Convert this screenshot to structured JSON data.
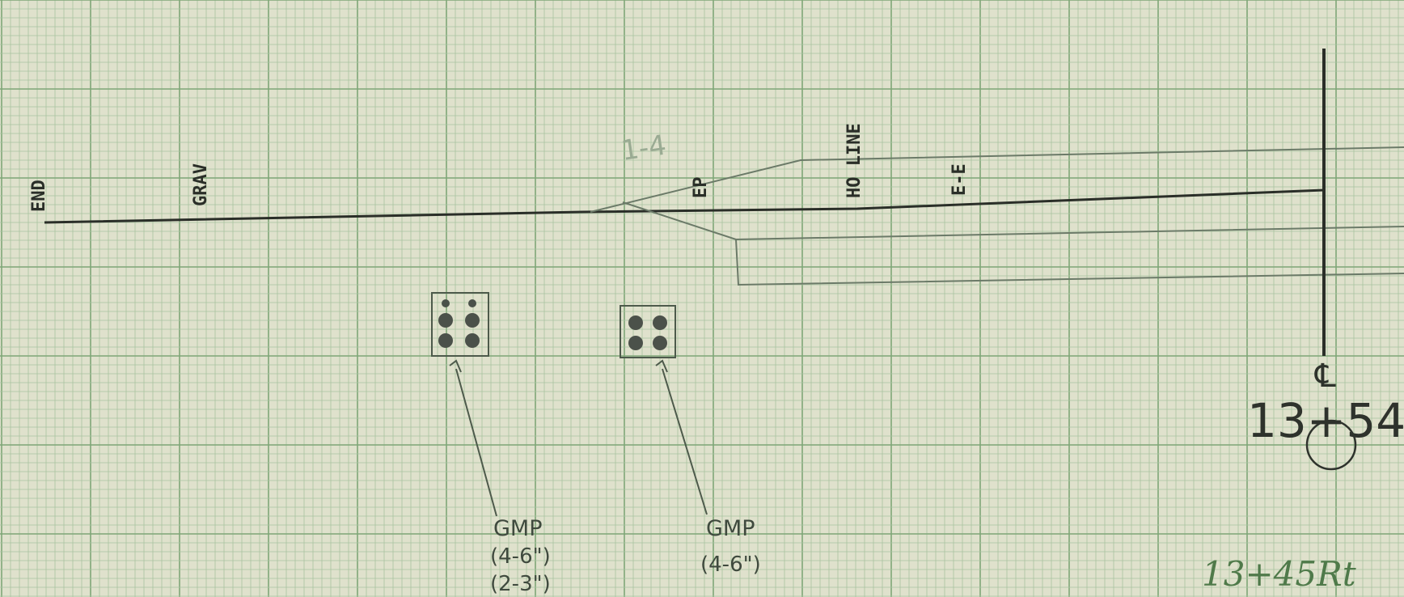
{
  "labels": {
    "end": "END",
    "grav": "GRAV",
    "faint_note": "1-4",
    "ep": "EP",
    "ho_line": "HO LINE",
    "e_e": "E-E",
    "centerline": "℄",
    "station": "13+54",
    "bottom_note": "13+45Rt"
  },
  "culverts": [
    {
      "label": "GMP",
      "sizes": [
        "(4-6\")",
        "(2-3\")"
      ],
      "holes_shown": 6
    },
    {
      "label": "GMP",
      "sizes": [
        "(4-6\")"
      ],
      "holes_shown": 4
    }
  ],
  "colors": {
    "paper": "#dfe1cc",
    "grid_minor": "#a8c3a0",
    "grid_major": "#7fa677",
    "ink": "#2a2e28",
    "pencil": "#586a56",
    "green_ink": "#4f7a4a"
  }
}
